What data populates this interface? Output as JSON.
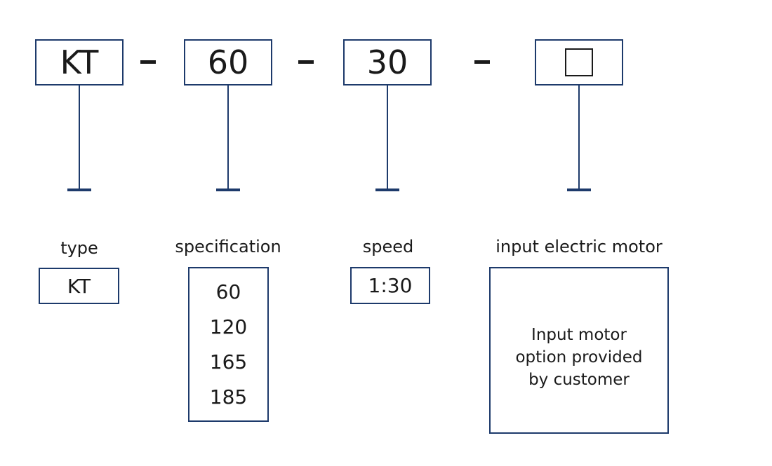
{
  "code": {
    "type": "KT",
    "specification": "60",
    "speed": "30",
    "separators": [
      "-",
      "-",
      "-"
    ]
  },
  "fields": {
    "type": {
      "label": "type",
      "options": [
        "KT"
      ]
    },
    "specification": {
      "label": "specification",
      "options": [
        "60",
        "120",
        "165",
        "185"
      ]
    },
    "speed": {
      "label": "speed",
      "options": [
        "1:30"
      ]
    },
    "motor": {
      "label": "input electric motor",
      "description_lines": [
        "Input motor",
        "option provided",
        "by customer"
      ]
    }
  },
  "colors": {
    "border": "#1d3a6b",
    "text": "#1a1a1a"
  }
}
